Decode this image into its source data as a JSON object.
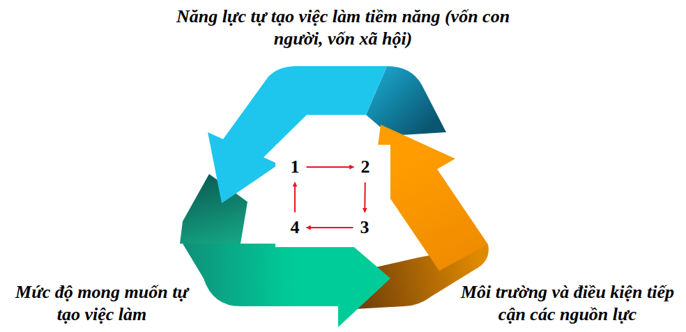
{
  "diagram": {
    "nodes": [
      {
        "text": [
          "1"
        ]
      },
      {
        "text": [
          "2"
        ]
      },
      {
        "text": [
          "3"
        ]
      },
      {
        "text": [
          "4"
        ]
      }
    ],
    "edges": [
      {
        "from": 0,
        "to": 1,
        "arrow": "to"
      },
      {
        "from": 1,
        "to": 2,
        "arrow": "to"
      },
      {
        "from": 2,
        "to": 3,
        "arrow": "to"
      },
      {
        "from": 3,
        "to": 0,
        "arrow": "to"
      }
    ],
    "labels": [
      "Năng lực tự tạo việc làm tiềm năng (vốn con người, vốn xã hội)",
      "Mức độ mong muốn tự tạo việc làm",
      "Môi trường và điều kiện tiếp cận các nguồn lực"
    ]
  }
}
